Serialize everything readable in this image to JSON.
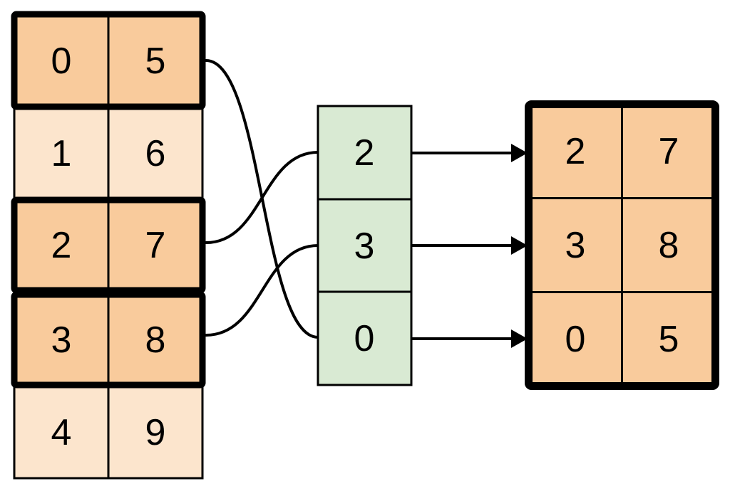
{
  "colors": {
    "highlight_fill": "#F9CB9C",
    "muted_fill": "#FCE5CD",
    "index_fill": "#D9EAD3",
    "stroke": "#000000",
    "background": "#FFFFFF"
  },
  "source_table": {
    "rows": [
      {
        "values": [
          "0",
          "5"
        ],
        "highlighted": true
      },
      {
        "values": [
          "1",
          "6"
        ],
        "highlighted": false
      },
      {
        "values": [
          "2",
          "7"
        ],
        "highlighted": true
      },
      {
        "values": [
          "3",
          "8"
        ],
        "highlighted": true
      },
      {
        "values": [
          "4",
          "9"
        ],
        "highlighted": false
      }
    ]
  },
  "index_column": {
    "values": [
      "2",
      "3",
      "0"
    ]
  },
  "output_table": {
    "rows": [
      {
        "values": [
          "2",
          "7"
        ]
      },
      {
        "values": [
          "3",
          "8"
        ]
      },
      {
        "values": [
          "0",
          "5"
        ]
      }
    ]
  },
  "connections": {
    "curves": [
      {
        "from": "source-row-0",
        "to": "index-cell-2"
      },
      {
        "from": "source-row-2",
        "to": "index-cell-0"
      },
      {
        "from": "source-row-3",
        "to": "index-cell-1"
      }
    ],
    "arrows": [
      {
        "from": "index-cell-0",
        "to": "output-row-0"
      },
      {
        "from": "index-cell-1",
        "to": "output-row-1"
      },
      {
        "from": "index-cell-2",
        "to": "output-row-2"
      }
    ]
  }
}
